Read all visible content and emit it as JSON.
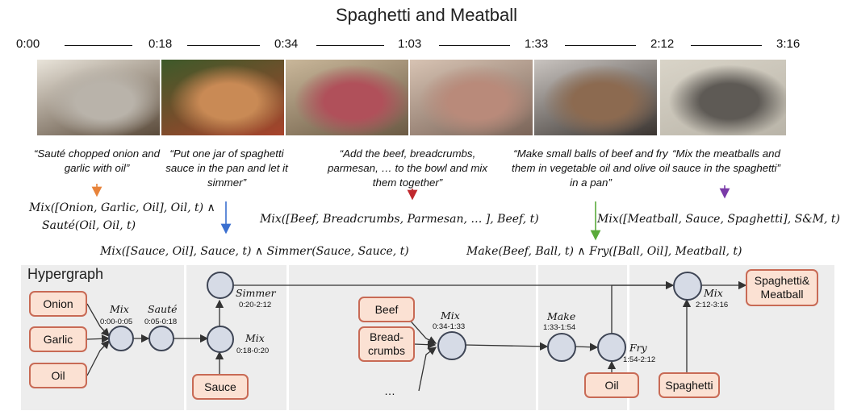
{
  "title": "Spaghetti and Meatball",
  "timeline": [
    "0:00",
    "0:18",
    "0:34",
    "1:03",
    "1:33",
    "2:12",
    "3:16"
  ],
  "frames": [
    {
      "name": "frame-saute-onion-garlic",
      "colors": [
        "#5a4a3a",
        "#b9b3aa",
        "#e9e4da"
      ]
    },
    {
      "name": "frame-simmer-sauce",
      "colors": [
        "#a8432c",
        "#c98a55",
        "#3d5a2a"
      ]
    },
    {
      "name": "frame-bowl-ingredients",
      "colors": [
        "#6b5a44",
        "#b0505a",
        "#c9b79a"
      ]
    },
    {
      "name": "frame-mixing-beef",
      "colors": [
        "#7a6458",
        "#b98a7a",
        "#d7c3b3"
      ]
    },
    {
      "name": "frame-frying-meatballs",
      "colors": [
        "#3a3430",
        "#8c6a50",
        "#c9c4c0"
      ]
    },
    {
      "name": "frame-kitchen-chef",
      "colors": [
        "#b9b4a8",
        "#5e5a55",
        "#d9d4c8"
      ]
    }
  ],
  "quotes": [
    "“Sauté chopped onion and garlic with oil”",
    "“Put one jar of spaghetti sauce in the pan and let it simmer”",
    "“Add the beef, breadcrumbs, parmesan, … to the bowl and mix them together”",
    "“Make small balls of beef and fry them in vegetable oil and olive oil in a pan”",
    "“Mix the meatballs and sauce in the spaghetti”"
  ],
  "formulas": {
    "f1_line1": "Mix([Onion, Garlic, Oil], Oil, t) ∧",
    "f1_line2": "Sauté(Oil, Oil, t)",
    "f2": "Mix([Sauce, Oil], Sauce, t) ∧ Simmer(Sauce, Sauce, t)",
    "f3": "Mix([Beef, Breadcrumbs, Parmesan, … ], Beef, t)",
    "f4": "Make(Beef, Ball, t) ∧ Fry([Ball, Oil], Meatball, t)",
    "f5": "Mix([Meatball, Sauce, Spaghetti], S&M, t)"
  },
  "arrow_colors": {
    "orange": "#e8833a",
    "blue": "#3a6fcf",
    "red": "#c0282d",
    "green": "#5aaa3a",
    "purple": "#7a3aa8"
  },
  "hypergraph": {
    "title": "Hypergraph",
    "ingredients": {
      "onion": "Onion",
      "garlic": "Garlic",
      "oil": "Oil",
      "sauce": "Sauce",
      "beef": "Beef",
      "breadcrumbs": "Bread-\ncrumbs",
      "oil2": "Oil",
      "spaghetti": "Spaghetti",
      "result": "Spaghetti&\nMeatball"
    },
    "ellipsis": "…",
    "ops": {
      "mix1": {
        "name": "Mix",
        "time": "0:00-0:05"
      },
      "saute": {
        "name": "Sauté",
        "time": "0:05-0:18"
      },
      "simmer": {
        "name": "Simmer",
        "time": "0:20-2:12"
      },
      "mix2": {
        "name": "Mix",
        "time": "0:18-0:20"
      },
      "mix3": {
        "name": "Mix",
        "time": "0:34-1:33"
      },
      "make": {
        "name": "Make",
        "time": "1:33-1:54"
      },
      "fry": {
        "name": "Fry",
        "time": "1:54-2:12"
      },
      "mix4": {
        "name": "Mix",
        "time": "2:12-3:16"
      }
    }
  }
}
